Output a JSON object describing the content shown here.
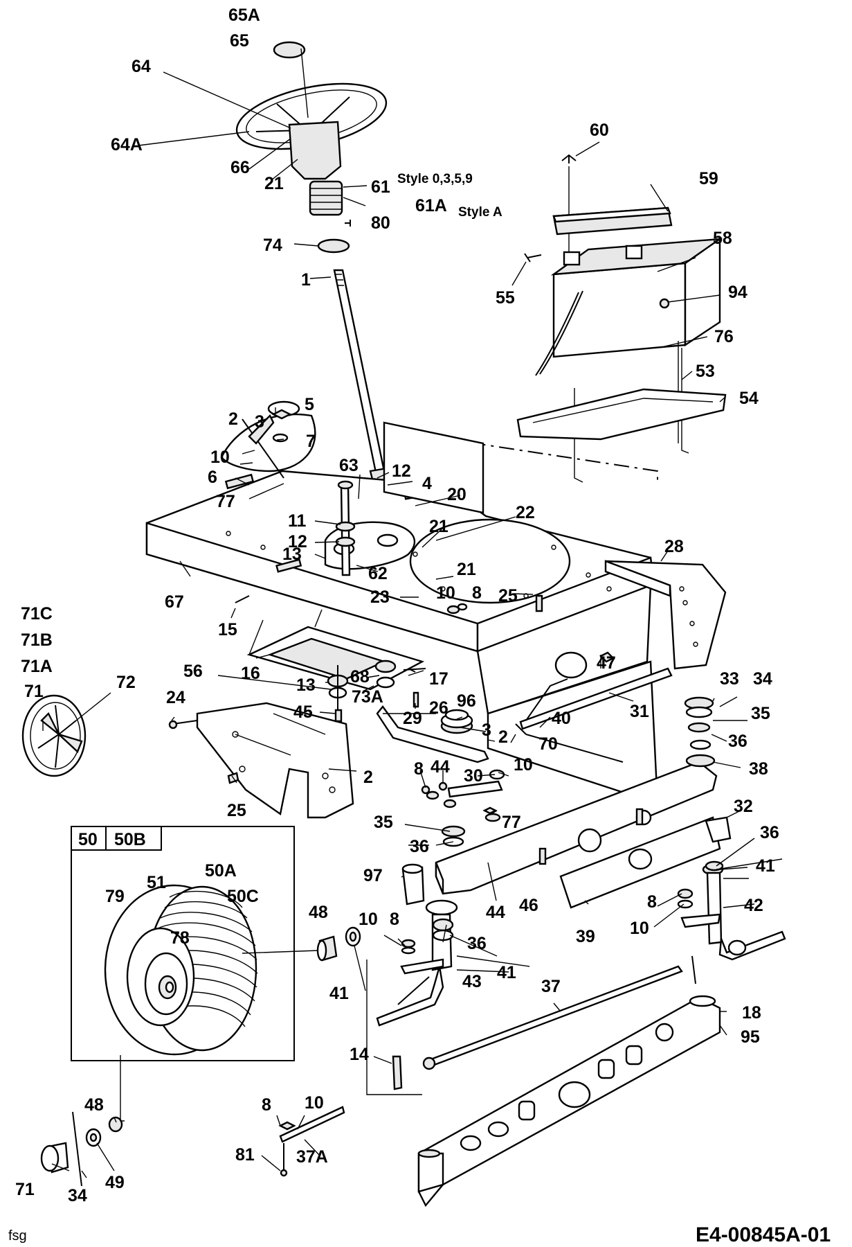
{
  "callouts": {
    "c65A": "65A",
    "c65": "65",
    "c64": "64",
    "c64A": "64A",
    "c66": "66",
    "c21a": "21",
    "c61": "61",
    "c61A": "61A",
    "c80": "80",
    "c74": "74",
    "c1": "1",
    "c60": "60",
    "c59": "59",
    "c58": "58",
    "c55": "55",
    "c94": "94",
    "c76": "76",
    "c53": "53",
    "c54": "54",
    "c2a": "2",
    "c3a": "3",
    "c5": "5",
    "c7": "7",
    "c10a": "10",
    "c6": "6",
    "c77a": "77",
    "c63": "63",
    "c12a": "12",
    "c4": "4",
    "c20": "20",
    "c22": "22",
    "c21b": "21",
    "c11": "11",
    "c12b": "12",
    "c13a": "13",
    "c62": "62",
    "c21c": "21",
    "c23": "23",
    "c10b": "10",
    "c8a": "8",
    "c25a": "25",
    "c28": "28",
    "c67": "67",
    "c15": "15",
    "c71C": "71C",
    "c71B": "71B",
    "c71A": "71A",
    "c71a": "71",
    "c72": "72",
    "c16": "16",
    "c56": "56",
    "c13b": "13",
    "c68": "68",
    "c17": "17",
    "c47": "47",
    "c73A": "73A",
    "c24": "24",
    "c45": "45",
    "c29": "29",
    "c26": "26",
    "c96": "96",
    "c40": "40",
    "c31": "31",
    "c33": "33",
    "c34a": "34",
    "c35a": "35",
    "c3b": "3",
    "c2b": "2",
    "c70": "70",
    "c36a": "36",
    "c38": "38",
    "c2c": "2",
    "c25b": "25",
    "c8b": "8",
    "c44a": "44",
    "c30": "30",
    "c10c": "10",
    "c77b": "77",
    "c32": "32",
    "c35b": "35",
    "c36b": "36",
    "c36c": "36",
    "c41a": "41",
    "c97": "97",
    "c44b": "44",
    "c46": "46",
    "c42": "42",
    "c8c": "8",
    "c10d": "10",
    "c39": "39",
    "c50": "50",
    "c50B": "50B",
    "c50A": "50A",
    "c51": "51",
    "c79": "79",
    "c50C": "50C",
    "c78": "78",
    "c48a": "48",
    "c41b": "41",
    "c10e": "10",
    "c8d": "8",
    "c36d": "36",
    "c41c": "41",
    "c43": "43",
    "c37": "37",
    "c18": "18",
    "c95": "95",
    "c14": "14",
    "c48b": "48",
    "c8e": "8",
    "c10f": "10",
    "c81": "81",
    "c37A": "37A",
    "c71b": "71",
    "c34b": "34",
    "c49": "49"
  },
  "style_notes": {
    "s1": "Style 0,3,5,9",
    "s2": "Style A"
  },
  "footer": {
    "signature": "fsg",
    "drawing_code": "E4-00845A-01"
  }
}
